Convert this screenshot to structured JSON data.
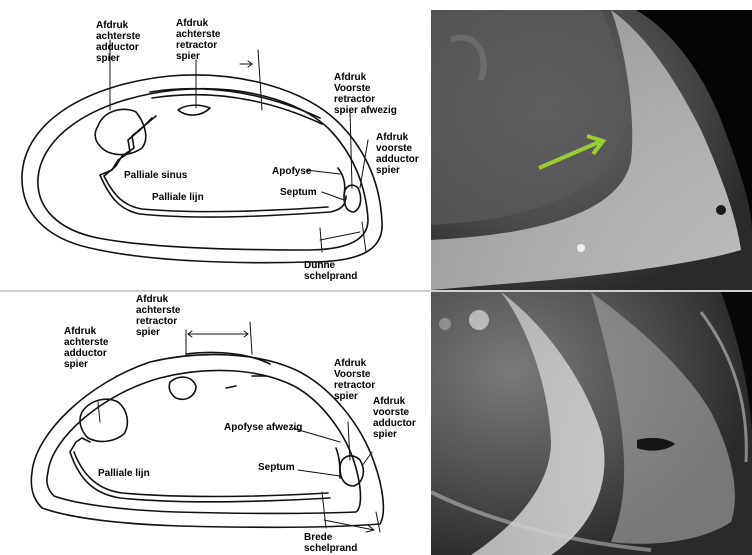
{
  "top_panel": {
    "labels": {
      "posterior_adductor": [
        "Afdruk",
        "achterste",
        "adductor",
        "spier"
      ],
      "posterior_retractor": [
        "Afdruk",
        "achterste",
        "retractor",
        "spier"
      ],
      "anterior_retractor": [
        "Afdruk",
        "Voorste",
        "retractor",
        "spier afwezig"
      ],
      "anterior_adductor": [
        "Afdruk",
        "voorste",
        "adductor",
        "spier"
      ],
      "apophysis": "Apofyse",
      "pallial_sinus": "Palliale sinus",
      "pallial_line": "Palliale lijn",
      "septum": "Septum",
      "shell_edge": [
        "Dunne",
        "schelprand"
      ]
    },
    "arrow_color": "#9acd32"
  },
  "bottom_panel": {
    "labels": {
      "posterior_retractor": [
        "Afdruk",
        "achterste",
        "retractor",
        "spier"
      ],
      "posterior_adductor": [
        "Afdruk",
        "achterste",
        "adductor",
        "spier"
      ],
      "anterior_retractor": [
        "Afdruk",
        "Voorste",
        "retractor",
        "spier"
      ],
      "anterior_adductor": [
        "Afdruk",
        "voorste",
        "adductor",
        "spier"
      ],
      "apophysis": "Apofyse afwezig",
      "septum": "Septum",
      "pallial_line": "Palliale lijn",
      "shell_edge": [
        "Brede",
        "schelprand"
      ]
    }
  }
}
